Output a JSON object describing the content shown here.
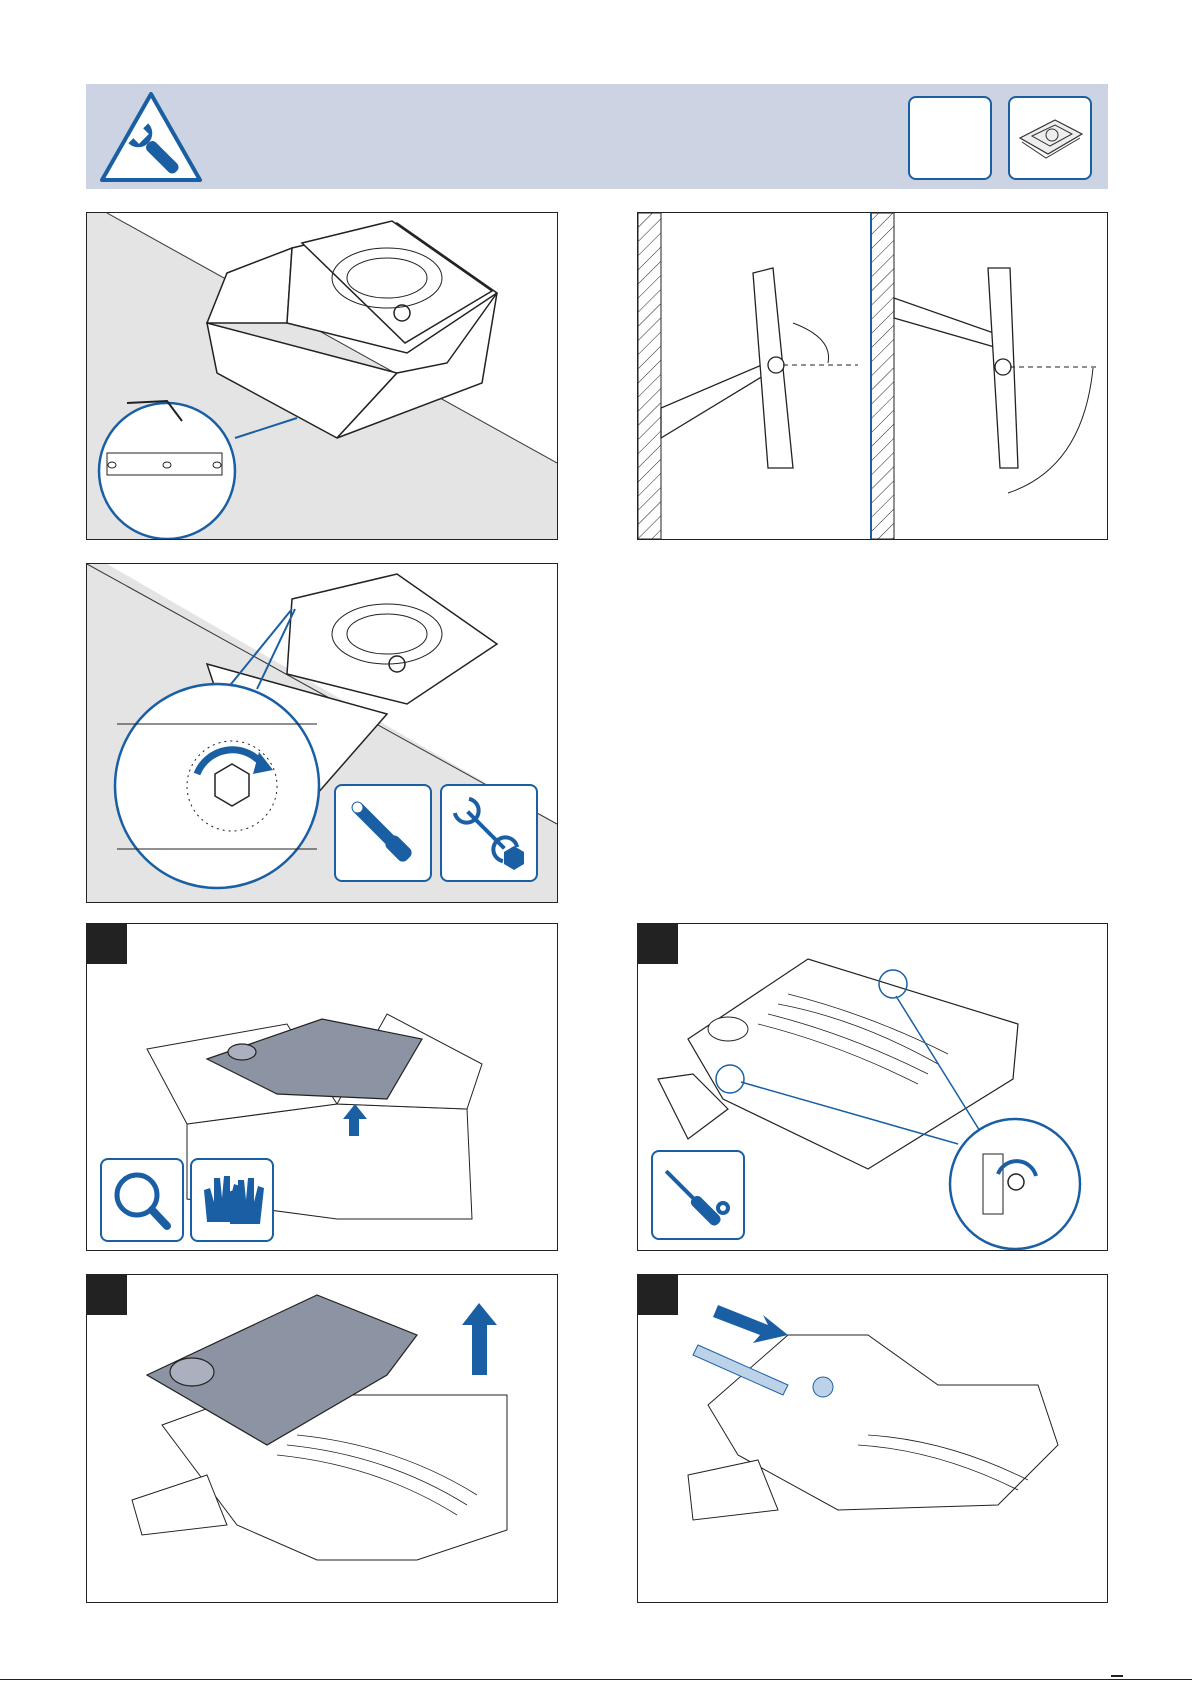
{
  "header": {
    "icon": "wrench-triangle-icon",
    "thumbnails": [
      "blank-thumbnail",
      "luminaire-thumbnail"
    ]
  },
  "panels": [
    {
      "name": "panel-mounting-bracket",
      "icons": [
        "magnifier-hole-detail"
      ]
    },
    {
      "name": "panel-tilt-angles",
      "icons": []
    },
    {
      "name": "panel-tighten-bolt",
      "icons": [
        "torque-wrench-icon",
        "open-wrench-hex-icon"
      ]
    },
    {
      "name": "panel-step-unpack",
      "icons": [
        "magnifier-icon",
        "gloves-icon"
      ]
    },
    {
      "name": "panel-step-unscrew-cover",
      "icons": [
        "torx-screwdriver-icon"
      ]
    },
    {
      "name": "panel-step-lift-cover",
      "icons": [
        "up-arrow-icon"
      ]
    },
    {
      "name": "panel-step-insert-cable",
      "icons": [
        "diagonal-arrow-icon"
      ]
    }
  ],
  "colors": {
    "accent": "#1a5fa3",
    "header_bg": "#ccd3e3",
    "panel_shade": "#e4e4e4",
    "housing": "#8c93a3"
  }
}
